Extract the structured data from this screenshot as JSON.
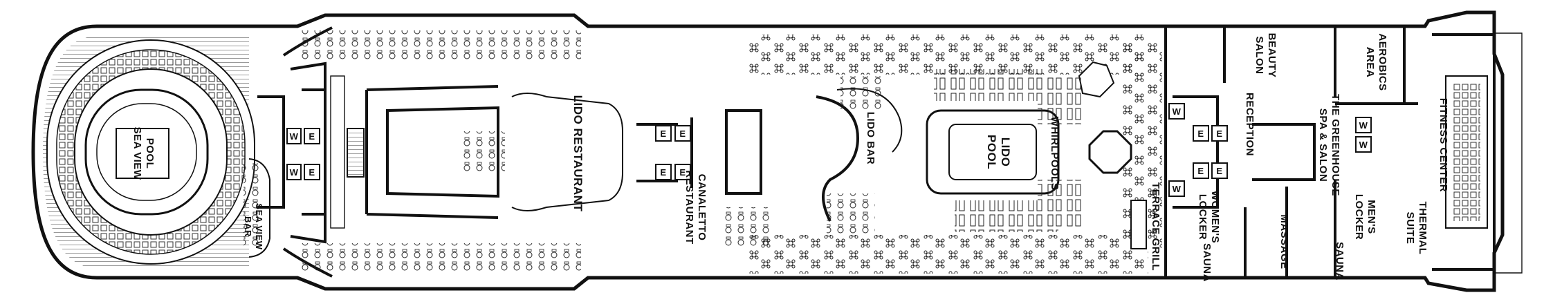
{
  "deck_plan": {
    "areas": {
      "sea_view_pool": [
        "SEA VIEW",
        "POOL"
      ],
      "sea_view_bar": [
        "SEA VIEW",
        "BAR"
      ],
      "lido_restaurant": "LIDO RESTAURANT",
      "canaletto_restaurant": [
        "CANALETTO",
        "RESTAURANT"
      ],
      "lido_bar": "LIDO BAR",
      "lido_pool": [
        "LIDO",
        "POOL"
      ],
      "whirlpools": "WHIRLPOOLS",
      "terrace_grill": "TERRACE GRILL",
      "beauty_salon": [
        "BEAUTY",
        "SALON"
      ],
      "aerobics_area": [
        "AEROBICS",
        "AREA"
      ],
      "reception": "RECEPTION",
      "greenhouse_spa": [
        "THE GREENHOUSE",
        "SPA & SALON"
      ],
      "fitness_center": "FITNESS CENTER",
      "womens_locker": [
        "WOMEN'S",
        "LOCKER"
      ],
      "mens_locker": [
        "MEN'S",
        "LOCKER"
      ],
      "massage": "MASSAGE",
      "sauna_left": "SAUNA",
      "sauna_right": "SAUNA",
      "thermal_suite": [
        "THERMAL",
        "SUITE"
      ]
    },
    "elevator_label": "E",
    "washroom_label": "W"
  }
}
